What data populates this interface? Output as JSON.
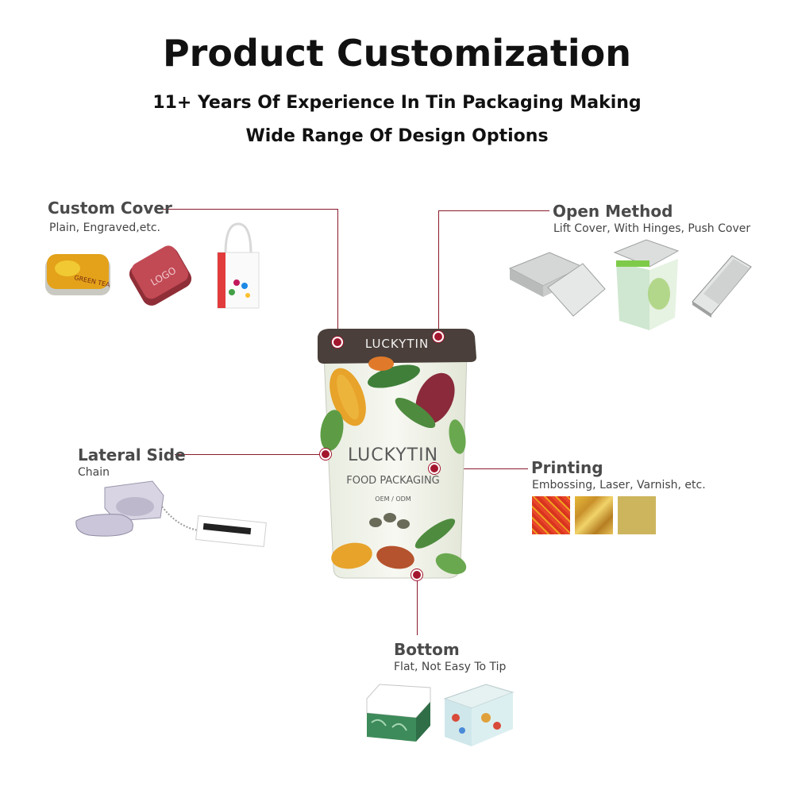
{
  "header": {
    "title": "Product Customization",
    "subtitle_1": "11+ Years Of Experience In Tin Packaging Making",
    "subtitle_2": "Wide Range Of Design Options"
  },
  "features": {
    "custom_cover": {
      "title": "Custom Cover",
      "desc": "Plain, Engraved,etc."
    },
    "open_method": {
      "title": "Open Method",
      "desc": "Lift Cover, With Hinges, Push Cover"
    },
    "lateral_side": {
      "title": "Lateral Side",
      "desc": "Chain"
    },
    "printing": {
      "title": "Printing",
      "desc": "Embossing, Laser, Varnish, etc."
    },
    "bottom": {
      "title": "Bottom",
      "desc": "Flat, Not Easy To Tip"
    }
  },
  "tin": {
    "lid_brand": "LUCKYTIN",
    "brand": "LUCKYTIN",
    "product_line": "FOOD PACKAGING",
    "service": "OEM / ODM"
  },
  "samples": {
    "cover_logo": "LOGO",
    "cover_tea": "GREEN TEA"
  },
  "colors": {
    "accent_line": "#8b1a2b",
    "dot": "#a3172e",
    "lid": "#4a3f3a"
  }
}
